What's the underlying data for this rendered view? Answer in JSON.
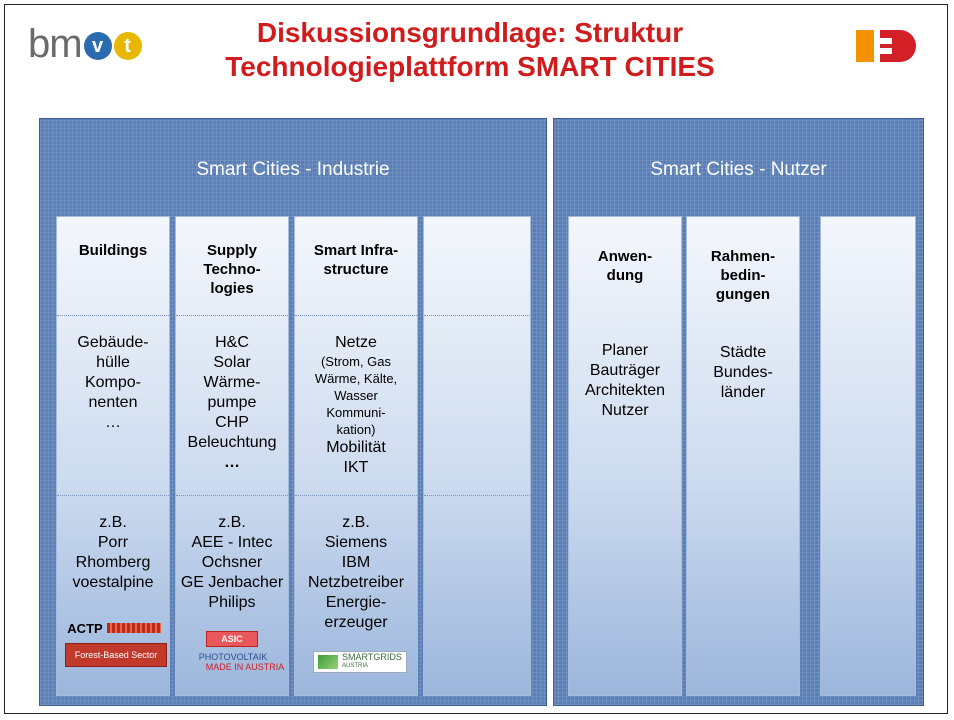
{
  "header": {
    "logo_text": "bm",
    "logo_v": "v",
    "logo_t": "t",
    "title_line1": "Diskussionsgrundlage: Struktur",
    "title_line2": "Technologieplattform SMART CITIES"
  },
  "panels": {
    "industrie": "Smart Cities - Industrie",
    "nutzer": "Smart Cities - Nutzer"
  },
  "columns": {
    "buildings": {
      "head": "Buildings",
      "items": [
        "Gebäude-",
        "hülle",
        "Kompo-",
        "nenten",
        "…"
      ],
      "examples": [
        "z.B.",
        "Porr",
        "Rhomberg",
        "voestalpine"
      ]
    },
    "supply": {
      "head": [
        "Supply",
        "Techno-",
        "logies"
      ],
      "items": [
        "H&C",
        "Solar",
        "Wärme-",
        "pumpe",
        "CHP",
        "Beleuchtung",
        "…"
      ],
      "examples": [
        "z.B.",
        "AEE - Intec",
        "Ochsner",
        "GE Jenbacher",
        "Philips"
      ]
    },
    "infra": {
      "head": [
        "Smart Infra-",
        "structure"
      ],
      "items": [
        "Netze"
      ],
      "small_items": [
        "(Strom, Gas",
        "Wärme, Kälte,",
        "Wasser",
        "Kommuni-",
        "kation)"
      ],
      "items2": [
        "Mobilität",
        "IKT"
      ],
      "examples": [
        "z.B.",
        "Siemens",
        "IBM",
        "Netzbetreiber",
        "Energie-",
        "erzeuger"
      ]
    },
    "anwendung": {
      "head": [
        "Anwen-",
        "dung"
      ],
      "items": [
        "Planer",
        "Bauträger",
        "Architekten",
        "Nutzer"
      ]
    },
    "rahmen": {
      "head": [
        "Rahmen-",
        "bedin-",
        "gungen"
      ],
      "items": [
        "Städte",
        "Bundes-",
        "länder"
      ]
    }
  },
  "badges": {
    "actp": "ACTP",
    "forest": "Forest-Based Sector",
    "asic": "ASIC",
    "pv1": "PHOTOVOLTAIK",
    "pv2": "MADE IN AUSTRIA",
    "smartgrids": "SMARTGRIDS",
    "smartgrids_sub": "AUSTRIA"
  },
  "colors": {
    "title": "#d01c1c",
    "panel": "#5a7fb6",
    "logo_blue": "#2b6cb0",
    "logo_yellow": "#e8b800",
    "logo_orange": "#f39200",
    "logo_red": "#d31f26"
  }
}
